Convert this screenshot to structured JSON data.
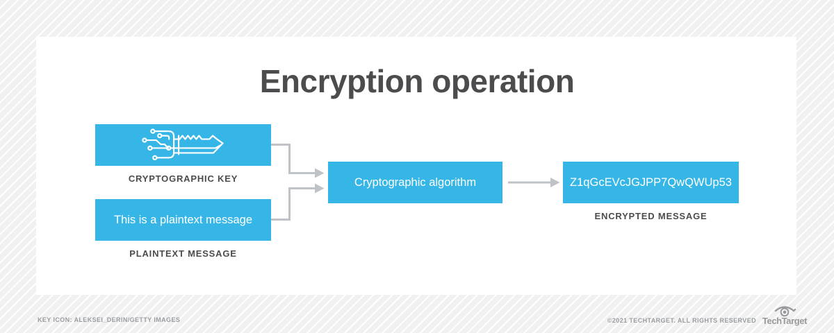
{
  "title": "Encryption operation",
  "diagram": {
    "key_box": {
      "icon": "circuit-key-icon",
      "caption": "CRYPTOGRAPHIC KEY"
    },
    "plaintext_box": {
      "text": "This is a plaintext message",
      "caption": "PLAINTEXT MESSAGE"
    },
    "algorithm_box": {
      "text": "Cryptographic algorithm"
    },
    "encrypted_box": {
      "text": "Z1qGcEVcJGJPP7QwQWUp53",
      "caption": "ENCRYPTED MESSAGE"
    }
  },
  "footer": {
    "credit": "KEY ICON: ALEKSEI_DERIN/GETTY IMAGES",
    "copyright": "©2021 TECHTARGET. ALL RIGHTS RESERVED",
    "brand": "TechTarget"
  },
  "colors": {
    "accent_blue": "#36b6e6",
    "arrow_gray": "#bfc3c7",
    "heading_gray": "#4c4c4e",
    "footer_gray": "#9a9da0"
  }
}
